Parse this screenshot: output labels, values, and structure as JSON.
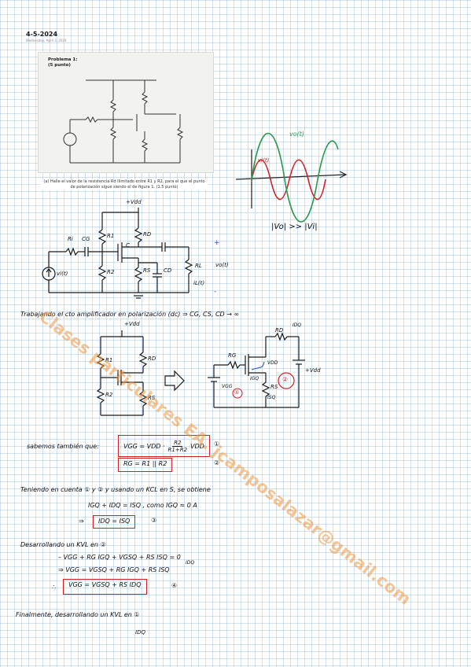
{
  "header": {
    "date": "4-5-2024",
    "subtitle": "Wednesday, April 3, 2024"
  },
  "problem": {
    "title": "Problema 1:",
    "points": "(5 punto)",
    "caption": "(a) Halle el valor de la resistencia Rd Ilimitado entre R1 y R2, para el que el punto de polarización sigue siendo el de figura 1. (1.5 punto)"
  },
  "waveform": {
    "vo_label": "vo(t)",
    "vi_label": "vi(t)",
    "note": "|Vo| >> |Vi|"
  },
  "circuit_labels": {
    "vdd": "+Vdd",
    "ri": "Ri",
    "cg": "CG",
    "r1": "R1",
    "r2": "R2",
    "rd": "RD",
    "rs": "RS",
    "c": "C",
    "cd": "CD",
    "rl": "RL",
    "vo": "vo(t)",
    "il": "iL(t)",
    "vi": "vi(t)",
    "plus": "+",
    "minus": "-"
  },
  "section_dc": "Trabajando el cto amplificador en polarización (dc) ⇒ CG, CS, CD → ∞",
  "dc_labels": {
    "vdd": "+Vdd",
    "r1": "R1",
    "r2": "R2",
    "rd": "RD",
    "rs": "RS",
    "rg": "RG",
    "vgg": "VGG",
    "idq": "IDQ",
    "igq": "IGQ",
    "isq": "ISQ",
    "vdd2": "VDD",
    "mark1": "①",
    "mark2": "②"
  },
  "also": "sabemos también que:",
  "eq1": {
    "lhs": "VGG = VDD ·",
    "num": "R2",
    "den": "R1+R2",
    "rhs": "VDD",
    "tag": "①"
  },
  "eq2": {
    "text": "RG = R1 || R2",
    "tag": "②"
  },
  "kcl_intro": "Teniendo en cuenta ① y ② y usando un KCL en S, se obtiene",
  "kcl_line": "IGQ + IDQ = ISQ ,  como  IGQ ≈ 0 A",
  "kcl_result": {
    "arrow": "⇒",
    "text": "IDQ = ISQ",
    "tag": "③"
  },
  "kvl_intro": "Desarrollando un KVL en ②",
  "kvl1": "– VGG + RG IGQ + VGSQ + RS ISQ = 0",
  "kvl2": "⇒ VGG = VGSQ + RG IGQ + RS ISQ",
  "kvl_annot": "IDQ",
  "kvl3": {
    "prefix": "∴",
    "text": "VGG = VGSQ + RS IDQ",
    "tag": "④"
  },
  "final": "Finalmente, desarrollando un KVL en ①",
  "bottom_label": "IDQ",
  "watermark": "Clases particulares EA. jcamposalazar@gmail.com"
}
